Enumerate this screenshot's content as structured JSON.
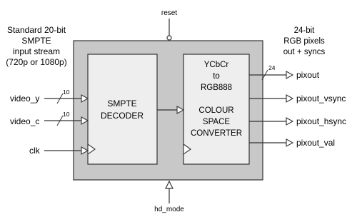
{
  "diagram": {
    "top_left_note": [
      "Standard 20-bit",
      "SMPTE",
      "input stream",
      "(720p or 1080p)"
    ],
    "top_right_note": [
      "24-bit",
      "RGB pixels",
      "out + syncs"
    ],
    "reset_label": "reset",
    "hd_mode_label": "hd_mode",
    "decoder": {
      "lines": [
        "SMPTE",
        "DECODER"
      ]
    },
    "converter": {
      "lines": [
        "YCbCr",
        "to",
        "RGB888",
        "",
        "COLOUR",
        "SPACE",
        "CONVERTER"
      ]
    },
    "inputs": {
      "video_y": {
        "label": "video_y",
        "width": "10"
      },
      "video_c": {
        "label": "video_c",
        "width": "10"
      },
      "clk": {
        "label": "clk"
      }
    },
    "outputs": {
      "pixout": {
        "label": "pixout",
        "width": "24"
      },
      "pixout_vsync": {
        "label": "pixout_vsync"
      },
      "pixout_hsync": {
        "label": "pixout_hsync"
      },
      "pixout_val": {
        "label": "pixout_val"
      }
    },
    "colors": {
      "outer_block": "#c8c8c8",
      "inner_block": "#eeeeee",
      "stroke": "#333333"
    }
  }
}
